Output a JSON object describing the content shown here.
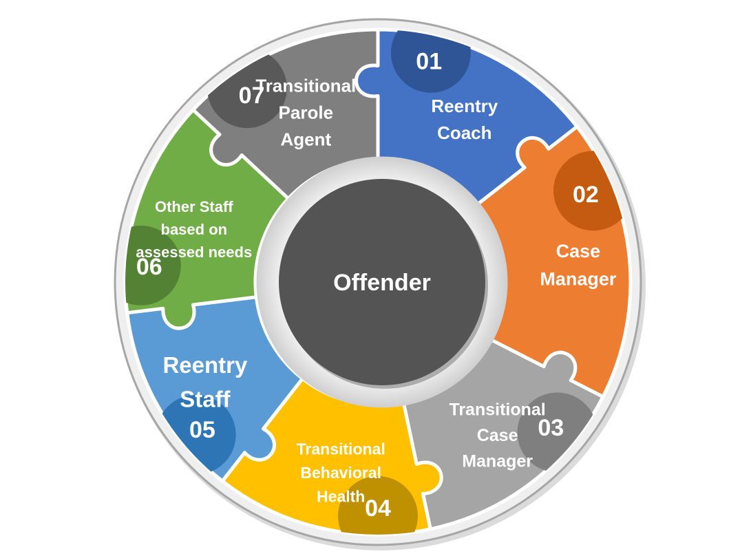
{
  "center": {
    "label": "Offender",
    "color": "#545454"
  },
  "segments": [
    {
      "number": "01",
      "lines": [
        "Reentry",
        "Coach"
      ],
      "color": "#4472C4",
      "badge_color": "#2F5597"
    },
    {
      "number": "02",
      "lines": [
        "Case",
        "Manager"
      ],
      "color": "#ED7D31",
      "badge_color": "#C55A11"
    },
    {
      "number": "03",
      "lines": [
        "Transitional",
        "Case",
        "Manager"
      ],
      "color": "#A5A5A5",
      "badge_color": "#7F7F7F"
    },
    {
      "number": "04",
      "lines": [
        "Transitional",
        "Behavioral",
        "Health"
      ],
      "color": "#FFC000",
      "badge_color": "#BF9000"
    },
    {
      "number": "05",
      "lines": [
        "Reentry",
        "Staff"
      ],
      "color": "#5B9BD5",
      "badge_color": "#2E75B6"
    },
    {
      "number": "06",
      "lines": [
        "Other Staff",
        "based on",
        "assessed needs"
      ],
      "color": "#70AD47",
      "badge_color": "#548235"
    },
    {
      "number": "07",
      "lines": [
        "Transitional",
        "Parole",
        "Agent"
      ],
      "color": "#7F7F7F",
      "badge_color": "#595959"
    }
  ]
}
